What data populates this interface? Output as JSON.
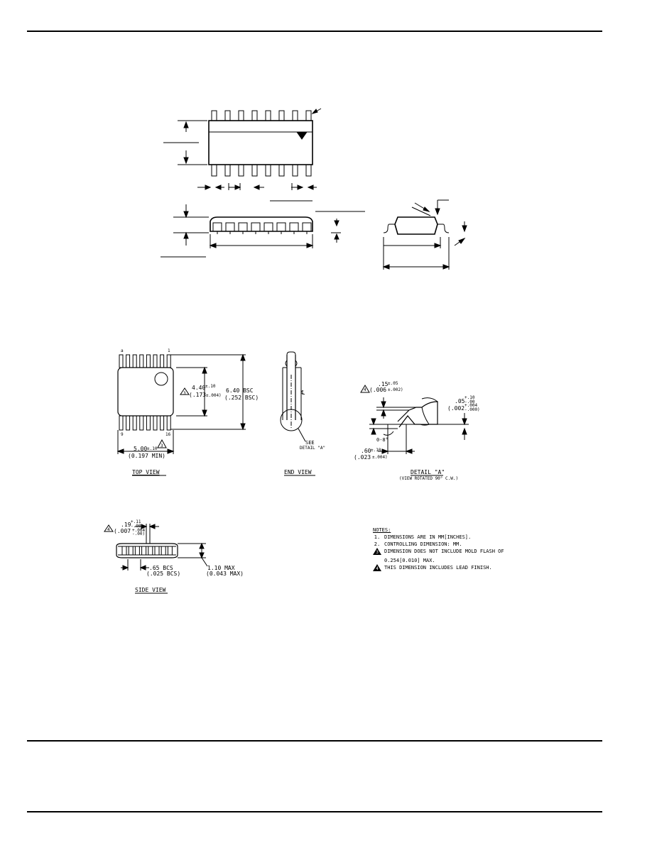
{
  "top_view": {
    "width_dim": "5.00",
    "width_tol": "±.10",
    "width_in": "(0.197 MIN)",
    "body_dim": "4.40",
    "body_tol": "±.10",
    "body_in": "(.173",
    "body_in_tol": "±.004)",
    "overall_dim": "6.40 BSC",
    "overall_in": "(.252 BSC)",
    "pin_a": "a",
    "pin_1": "1",
    "pin_9": "9",
    "pin_16": "16",
    "label": "TOP VIEW",
    "note_ref_body": "3",
    "note_ref_width": "3"
  },
  "end_view": {
    "cl_mark": "℄",
    "see": "SEE",
    "detail_ref": "DETAIL \"A\"",
    "label": "END VIEW"
  },
  "detail_a": {
    "lead_dim": ".15",
    "lead_tol": "±.05",
    "lead_in": "(.006",
    "lead_in_tol": "±.002)",
    "standoff": ".05",
    "standoff_tol_up": "+.10",
    "standoff_tol_dn": "-.00",
    "standoff_in": "(.002",
    "standoff_in_tol_up": "+.004",
    "standoff_in_tol_dn": "-.000)",
    "angle": "0-8°",
    "foot_dim": ".60",
    "foot_tol": "±.10",
    "foot_in": "(.023",
    "foot_in_tol": "±.004)",
    "label": "DETAIL \"A\"",
    "sublabel": "(VIEW ROTATED 90° C.W.)",
    "note_ref": "4"
  },
  "side_view": {
    "lead_w": ".19",
    "lead_w_tol_up": "+.11",
    "lead_w_tol_dn": "-.00",
    "lead_w_in": "(.007",
    "lead_w_in_tol_up": "+.004",
    "lead_w_in_tol_dn": "-.00)",
    "pitch": ".65 BCS",
    "pitch_in": "(.025 BCS)",
    "height": "1.10 MAX",
    "height_in": "(0.043 MAX)",
    "label": "SIDE VIEW",
    "note_ref": "4"
  },
  "notes": {
    "heading": "NOTES:",
    "items": [
      {
        "num": "1.",
        "text": "DIMENSIONS ARE IN MM[INCHES]."
      },
      {
        "num": "2.",
        "text": "CONTROLLING DIMENSION: MM."
      },
      {
        "num": "3",
        "text": "DIMENSION DOES NOT INCLUDE MOLD FLASH OF",
        "text2": "0.254[0.010] MAX."
      },
      {
        "num": "4",
        "text": "THIS DIMENSION INCLUDES LEAD FINISH."
      }
    ]
  }
}
